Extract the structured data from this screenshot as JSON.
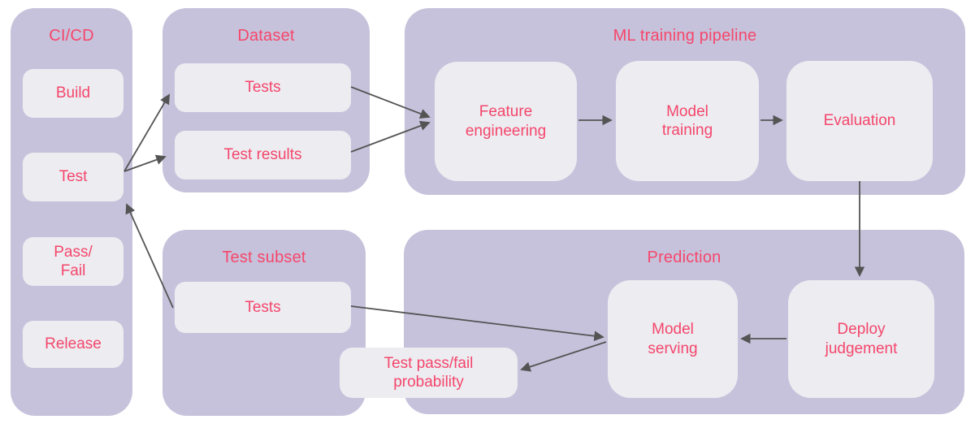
{
  "colors": {
    "container_fill": "#c7c2db",
    "node_fill": "#ececf1",
    "label_text": "#f5466b",
    "arrow": "#545454",
    "background": "#ffffff"
  },
  "groups": {
    "cicd": {
      "title": "CI/CD",
      "nodes": {
        "build": "Build",
        "test": "Test",
        "pass_fail": "Pass/\nFail",
        "release": "Release"
      }
    },
    "dataset": {
      "title": "Dataset",
      "nodes": {
        "tests": "Tests",
        "test_results": "Test results"
      }
    },
    "ml_training_pipeline": {
      "title": "ML training pipeline",
      "nodes": {
        "feature_engineering": "Feature\nengineering",
        "model_training": "Model\ntraining",
        "evaluation": "Evaluation"
      }
    },
    "test_subset": {
      "title": "Test subset",
      "nodes": {
        "tests": "Tests"
      }
    },
    "prediction": {
      "title": "Prediction",
      "nodes": {
        "model_serving": "Model\nserving",
        "deploy_judgement": "Deploy\njudgement"
      }
    }
  },
  "standalone_nodes": {
    "test_pass_fail_probability": "Test pass/fail\nprobability"
  },
  "edges": [
    {
      "from": "cicd.test",
      "to": "dataset.tests"
    },
    {
      "from": "cicd.test",
      "to": "dataset.test_results"
    },
    {
      "from": "dataset.tests",
      "to": "ml_training_pipeline.feature_engineering"
    },
    {
      "from": "dataset.test_results",
      "to": "ml_training_pipeline.feature_engineering"
    },
    {
      "from": "ml_training_pipeline.feature_engineering",
      "to": "ml_training_pipeline.model_training"
    },
    {
      "from": "ml_training_pipeline.model_training",
      "to": "ml_training_pipeline.evaluation"
    },
    {
      "from": "ml_training_pipeline.evaluation",
      "to": "prediction.deploy_judgement"
    },
    {
      "from": "prediction.deploy_judgement",
      "to": "prediction.model_serving"
    },
    {
      "from": "test_subset.tests",
      "to": "prediction.model_serving"
    },
    {
      "from": "prediction.model_serving",
      "to": "test_pass_fail_probability"
    },
    {
      "from": "test_subset.tests",
      "to": "cicd.test"
    }
  ]
}
